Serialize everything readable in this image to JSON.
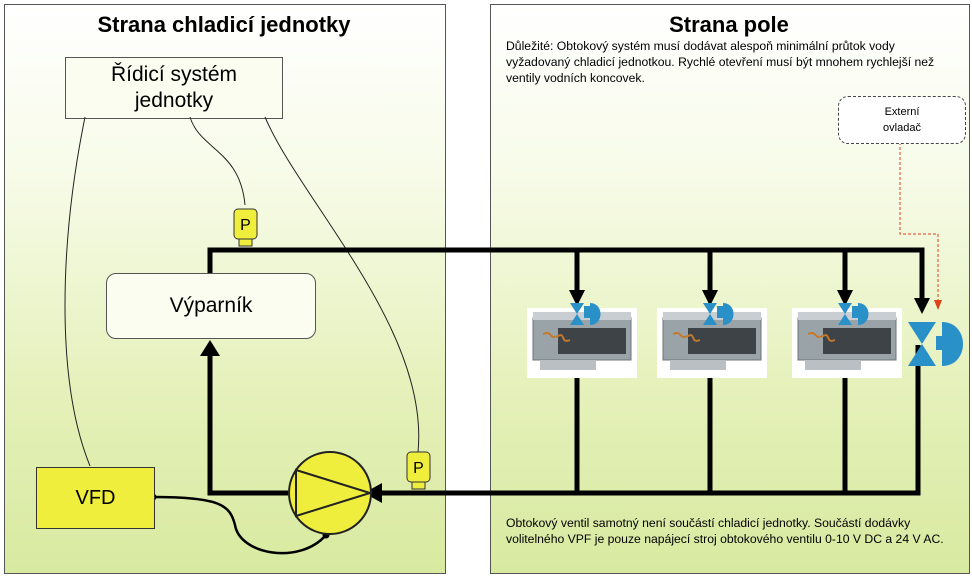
{
  "left_panel": {
    "title": "Strana chladicí jednotky"
  },
  "right_panel": {
    "title": "Strana pole"
  },
  "control_system": {
    "line1": "Řídicí systém",
    "line2": "jednotky"
  },
  "evaporator": {
    "label": "Výparník"
  },
  "vfd": {
    "label": "VFD"
  },
  "pressure_sensor": {
    "label": "P"
  },
  "external_controller": {
    "line1": "Externí",
    "line2": "ovladač"
  },
  "notes": {
    "important": "Důležité: Obtokový systém musí dodávat alespoň minimální průtok vody vyžadovaný chladicí jednotkou. Rychlé otevření musí být mnohem rychlejší než ventily vodních koncovek.",
    "bypass": "Obtokový ventil samotný není součástí chladicí jednotky. Součástí dodávky volitelného VPF je pouze napájecí stroj obtokového ventilu 0-10 V DC a 24 V AC."
  },
  "colors": {
    "pipe": "#000000",
    "valve": "#2a90c8",
    "sensor": "#f0ee3c",
    "vfd": "#f0ee3c",
    "signal_line": "#e0401a"
  },
  "icons": [
    "fan-coil-unit",
    "valve-actuator",
    "pump",
    "pressure-sensor"
  ]
}
